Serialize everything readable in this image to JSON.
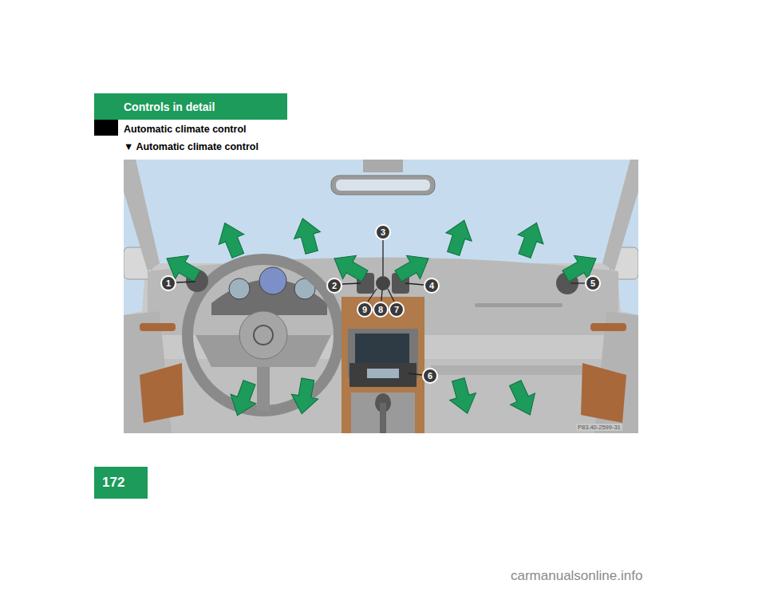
{
  "diagram": {
    "nodes": [
      {
        "text": [
          "Controls in detail"
        ]
      },
      {
        "text": [
          "172"
        ]
      }
    ],
    "labels": [
      "Automatic climate control",
      "▼ Automatic climate control",
      "1",
      "2",
      "3",
      "4",
      "5",
      "6",
      "7",
      "8",
      "9",
      "P83.40-2599-31",
      "carmanualsonline.info"
    ]
  }
}
